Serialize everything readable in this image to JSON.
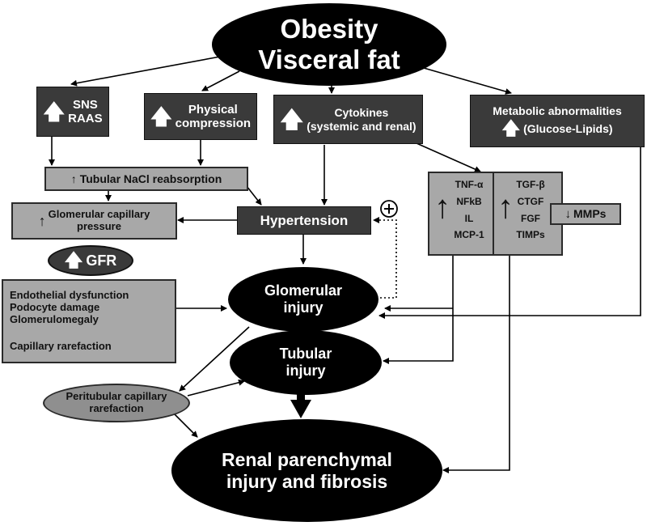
{
  "obesity": {
    "line1": "Obesity",
    "line2": "Visceral fat"
  },
  "sns": {
    "line1": "SNS",
    "line2": "RAAS"
  },
  "physical": {
    "line1": "Physical",
    "line2": "compression"
  },
  "cytokines": {
    "line1": "Cytokines",
    "line2": "(systemic and renal)"
  },
  "metabolic": {
    "line1": "Metabolic abnormalities",
    "line2": "(Glucose-Lipids)"
  },
  "tubular_nacl": "Tubular NaCl reabsorption",
  "glom_pressure": {
    "line1": "Glomerular capillary",
    "line2": "pressure"
  },
  "hypertension": "Hypertension",
  "plus_symbol": "+",
  "gfr": "GFR",
  "endothelial": {
    "items": [
      "Endothelial dysfunction",
      "Podocyte damage",
      "Glomerulomegaly",
      "Capillary rarefaction"
    ]
  },
  "glomerular_injury": {
    "line1": "Glomerular",
    "line2": "injury"
  },
  "tubular_injury": {
    "line1": "Tubular",
    "line2": "injury"
  },
  "peritubular": {
    "line1": "Peritubular capillary",
    "line2": "rarefaction"
  },
  "renal": {
    "line1": "Renal parenchymal",
    "line2": "injury and fibrosis"
  },
  "cytokine_list_a": [
    "TNF-α",
    "NFkB",
    "IL",
    "MCP-1"
  ],
  "cytokine_list_b": [
    "TGF-β",
    "CTGF",
    "FGF",
    "TIMPs"
  ],
  "mmps": "MMPs",
  "icons": {
    "up": "up-arrow-icon",
    "down": "down-arrow-icon"
  },
  "colors": {
    "dark_box": "#3a3a3a",
    "gray_box": "#a8a8a8",
    "ellipse": "#000000"
  }
}
